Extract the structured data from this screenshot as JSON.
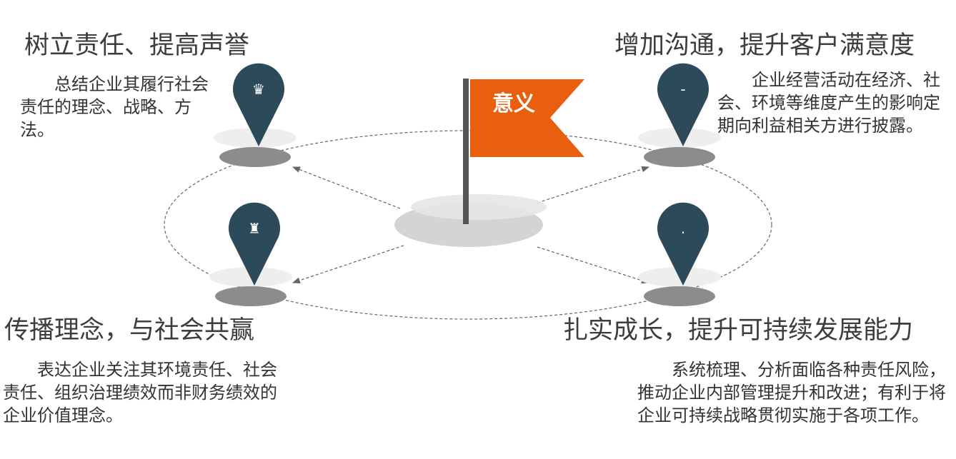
{
  "center": {
    "label": "意义",
    "color": "#E8600E"
  },
  "pin_color": "#2C4A5A",
  "items": [
    {
      "id": "top-left",
      "title": "树立责任、提高声誉",
      "desc": "总结企业其履行社会责任的理念、战略、方法。",
      "pin_glyph": "♛"
    },
    {
      "id": "bottom-left",
      "title": "传播理念，与社会共赢",
      "desc": "表达企业关注其环境责任、社会责任、组织治理绩效而非财务绩效的企业价值理念。",
      "pin_glyph": "♜"
    },
    {
      "id": "top-right",
      "title": "增加沟通，提升客户满意度",
      "desc": "企业经营活动在经济、社会、环境等维度产生的影响定期向利益相关方进行披露。",
      "pin_glyph": "-"
    },
    {
      "id": "bottom-right",
      "title": "扎实成长，提升可持续发展能力",
      "desc": "系统梳理、分析面临各种责任风险，推动企业内部管理提升和改进；有利于将企业可持续战略贯彻实施于各项工作。",
      "pin_glyph": "."
    }
  ]
}
